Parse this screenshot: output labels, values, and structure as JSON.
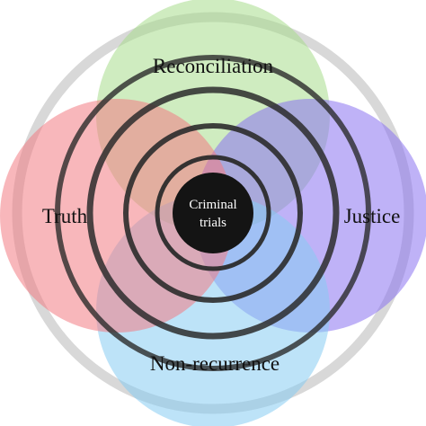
{
  "diagram": {
    "petals": [
      {
        "id": "reconciliation",
        "label": "Reconciliation",
        "color": "#a8dc8c",
        "opacity": 0.55
      },
      {
        "id": "justice",
        "label": "Justice",
        "color": "#8a72f0",
        "opacity": 0.55
      },
      {
        "id": "non-recurrence",
        "label": "Non-recurrence",
        "color": "#86ccf2",
        "opacity": 0.55
      },
      {
        "id": "truth",
        "label": "Truth",
        "color": "#f27b84",
        "opacity": 0.55
      }
    ],
    "center": {
      "line1": "Criminal",
      "line2": "trials",
      "color": "#141414",
      "text_color": "#ffffff"
    },
    "rings": {
      "dark_color": "#2b2b2b",
      "light_color": "#d8d8d8"
    }
  }
}
